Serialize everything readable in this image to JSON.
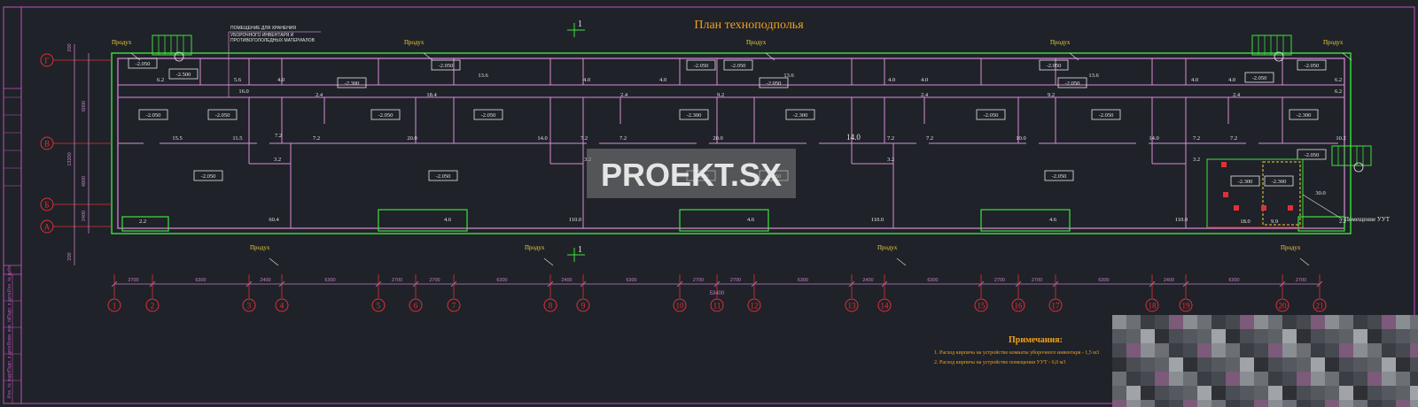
{
  "title": "План  техноподполья",
  "section_mark": "1",
  "storage_note": [
    "ПОМЕЩЕНИЕ ДЛЯ ХРАНЕНИЯ",
    "УБОРОЧНОГО ИНВЕНТАРЯ И",
    "ПРОТИВОГОЛОЛЕДНЫХ МАТЕРИАЛОВ"
  ],
  "vent_label": "Продух",
  "uut_label": "Помещение УУТ",
  "row_axes": [
    "Г",
    "В",
    "Б",
    "А"
  ],
  "column_axes": [
    "1",
    "2",
    "3",
    "4",
    "5",
    "6",
    "7",
    "8",
    "9",
    "10",
    "11",
    "12",
    "13",
    "14",
    "15",
    "16",
    "17",
    "18",
    "19",
    "20",
    "21"
  ],
  "column_spacings": [
    "2700",
    "6300",
    "2400",
    "6300",
    "2700",
    "2700",
    "6300",
    "2400",
    "6300",
    "2700",
    "2700",
    "6300",
    "2400",
    "6300",
    "2700",
    "2700",
    "6300",
    "2400",
    "6300",
    "2700"
  ],
  "total_dimension": "53400",
  "left_dims": [
    "200",
    "6000",
    "13200",
    "4800",
    "2400",
    "200"
  ],
  "level_marks": [
    "-2.050",
    "-2.500",
    "-2.300",
    "-2.050",
    "-2.050",
    "-2.050",
    "-2.050",
    "-2.300",
    "-2.300",
    "-2.050",
    "-2.050",
    "-2.300",
    "-2.050",
    "-2.050",
    "-2.050",
    "-2.050",
    "-2.050",
    "-2.050",
    "-2.050",
    "-2.050",
    "-2.050",
    "-2.050",
    "-2.050",
    "-2.050",
    "-2.050",
    "-2.300",
    "-2.300",
    "-2.050"
  ],
  "room_areas": [
    "6.2",
    "5.6",
    "4.0",
    "13.6",
    "16.0",
    "2.4",
    "18.4",
    "4.0",
    "4.0",
    "13.6",
    "2.4",
    "9.2",
    "4.0",
    "4.0",
    "13.6",
    "2.4",
    "9.2",
    "4.0",
    "4.0",
    "2.4",
    "6.2",
    "6.2",
    "15.5",
    "11.5",
    "7.2",
    "7.2",
    "20.0",
    "14.0",
    "7.2",
    "7.2",
    "20.0",
    "14.0",
    "7.2",
    "7.2",
    "10.0",
    "14.0",
    "7.2",
    "7.2",
    "10.2",
    "3.2",
    "3.2",
    "3.2",
    "3.2",
    "2.2",
    "60.4",
    "4.6",
    "110.0",
    "4.6",
    "110.0",
    "4.6",
    "110.0",
    "2.2",
    "18.0",
    "9.9",
    "30.0"
  ],
  "notes_title": "Примечания:",
  "notes": [
    "1. Расход кирпича на устройство комнаты уборочного инвентаря - 1,5 м3",
    "2. Расход кирпича на устройство помещения УУТ - 6,0 м3"
  ],
  "stamp_labels": [
    "Инв. № подл.",
    "Подп. и дата",
    "Взам. инв. №",
    "Подп. и дата",
    "Инв. № дубл."
  ],
  "watermark": "PROEKT.SX",
  "colors": {
    "background": "#1f2228",
    "walls": "#d88cd8",
    "outline_green": "#3fe23f",
    "axis_red": "#e0303a",
    "dims": "#c080c0",
    "title_orange": "#f0a020",
    "text_white": "#e6e6e6",
    "notes": "#f0a020",
    "frame": "#c050c0"
  }
}
